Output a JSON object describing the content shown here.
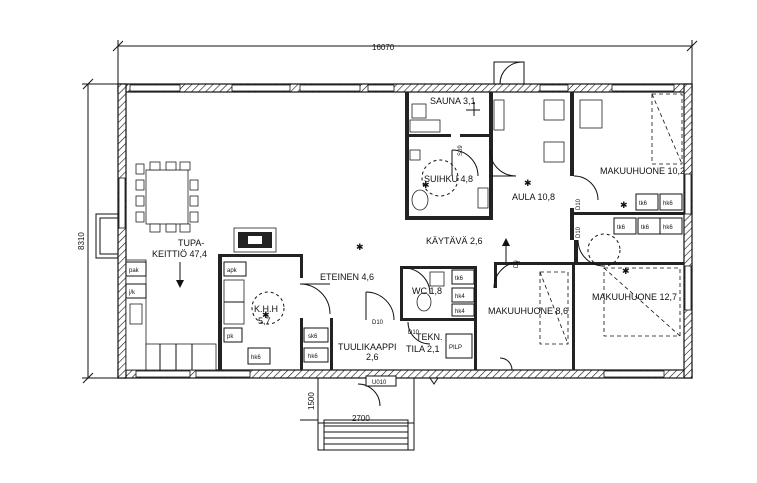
{
  "dimensions": {
    "overall_width": "16070",
    "overall_depth": "8310",
    "porch_depth": "1500",
    "porch_width": "2700"
  },
  "rooms": {
    "sauna": "SAUNA 3,1",
    "suihku": "SUIHKU 4,8",
    "aula": "AULA 10,8",
    "makuuhuone1": "MAKUUHUONE 10,2",
    "tupa_line1": "TUPA-",
    "tupa_line2": "KEITTIÖ 47,4",
    "kaytava": "KÄYTÄVÄ 2,6",
    "eteinen": "ETEINEN 4,6",
    "khh_line1": "K.H.H",
    "khh_line2": "5,7",
    "wc": "WC 1,8",
    "tuulikaappi_line1": "TUULIKAAPPI",
    "tuulikaappi_line2": "2,6",
    "tekn_line1": "TEKN.",
    "tekn_line2": "TILA 2,1",
    "makuuhuone2": "MAKUUHUONE 8,6",
    "makuuhuone3": "MAKUUHUONE 12,7"
  },
  "cabinets": {
    "tk6_a": "tk6",
    "hk6_a": "hk6",
    "tk6_b": "tk6",
    "tk6_c": "tk6",
    "hk6_b": "hk6",
    "tk6_d": "tk6",
    "hk4_a": "hk4",
    "hk4_b": "hk4",
    "pak_kitchen": "pak",
    "jk_kitchen": "j/k",
    "apk": "apk",
    "pk": "pk",
    "hk6_khh": "hk6",
    "sk6_a": "sk6",
    "hk6_c": "hk6",
    "pilp": "PILP"
  },
  "door_codes": {
    "d1": "S09",
    "d2": "D10",
    "d3": "D10",
    "d4": "D9",
    "d5": "D10",
    "d6": "U010",
    "d7": "D10"
  }
}
